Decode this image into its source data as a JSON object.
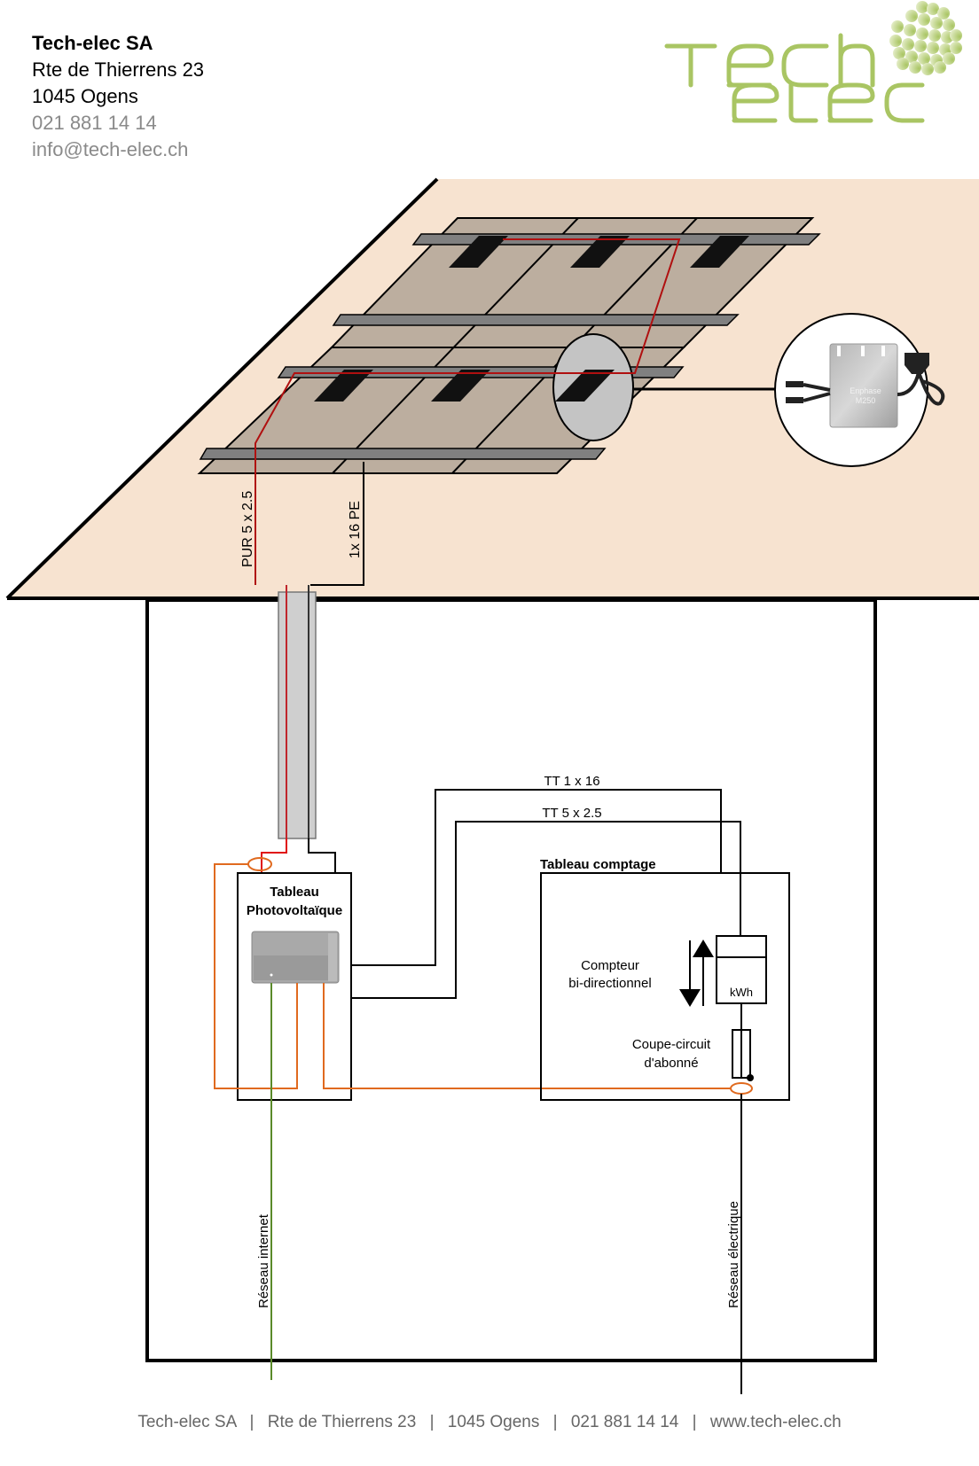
{
  "company": {
    "name": "Tech-elec SA",
    "street": "Rte de Thierrens 23",
    "city": "1045 Ogens",
    "phone": "021 881 14 14",
    "email": "info@tech-elec.ch"
  },
  "logo": {
    "line1": "Tech",
    "line2": "elec",
    "color": "#a9c563"
  },
  "colors": {
    "roof": "#f7e3d0",
    "panel": "#bcae9f",
    "rail": "#808080",
    "dc_cable": "#b01010",
    "ac_cable": "#e06a1f",
    "internet_cable": "#5a8a2a"
  },
  "roof": {
    "cable_pur": "PUR 5 x 2.5",
    "cable_pe": "1x 16 PE"
  },
  "inverter": {
    "brand": "Enphase",
    "model": "M250"
  },
  "interior": {
    "cable_tt_16": "TT 1 x 16",
    "cable_tt_25": "TT 5 x 2.5",
    "tableau_pv_line1": "Tableau",
    "tableau_pv_line2": "Photovoltaïque",
    "tableau_comptage": "Tableau comptage",
    "compteur_line1": "Compteur",
    "compteur_line2": "bi-directionnel",
    "kwh": "kWh",
    "coupe_line1": "Coupe-circuit",
    "coupe_line2": "d'abonné",
    "reseau_internet": "Réseau internet",
    "reseau_electrique": "Réseau électrique"
  },
  "footer": {
    "items": [
      "Tech-elec SA",
      "Rte de Thierrens 23",
      "1045 Ogens",
      "021 881 14 14",
      "www.tech-elec.ch"
    ],
    "separator": "|"
  }
}
